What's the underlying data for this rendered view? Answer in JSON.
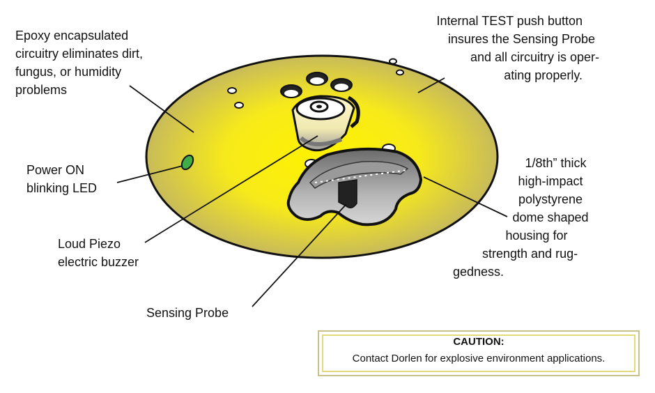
{
  "labels": {
    "epoxy": [
      "Epoxy encapsulated",
      "circuitry eliminates dirt,",
      "fungus, or humidity",
      "problems"
    ],
    "power": [
      "Power ON",
      "blinking LED"
    ],
    "piezo": [
      "Loud Piezo",
      "electric buzzer"
    ],
    "probe": [
      "Sensing Probe"
    ],
    "test": [
      "Internal TEST push button",
      "insures the Sensing Probe",
      "and all circuitry is oper-",
      "ating properly."
    ],
    "dome": [
      "1/8th” thick",
      "high-impact",
      "polystyrene",
      "dome shaped",
      "housing for",
      "strength and rug-",
      "gedness."
    ]
  },
  "caution": {
    "title": "CAUTION:",
    "text": "Contact Dorlen for explosive environment applications."
  },
  "colors": {
    "dome_center": "#fff200",
    "dome_edge": "#c8bb5a",
    "led": "#3fae49",
    "probe_gray": "#8a8a8a"
  }
}
